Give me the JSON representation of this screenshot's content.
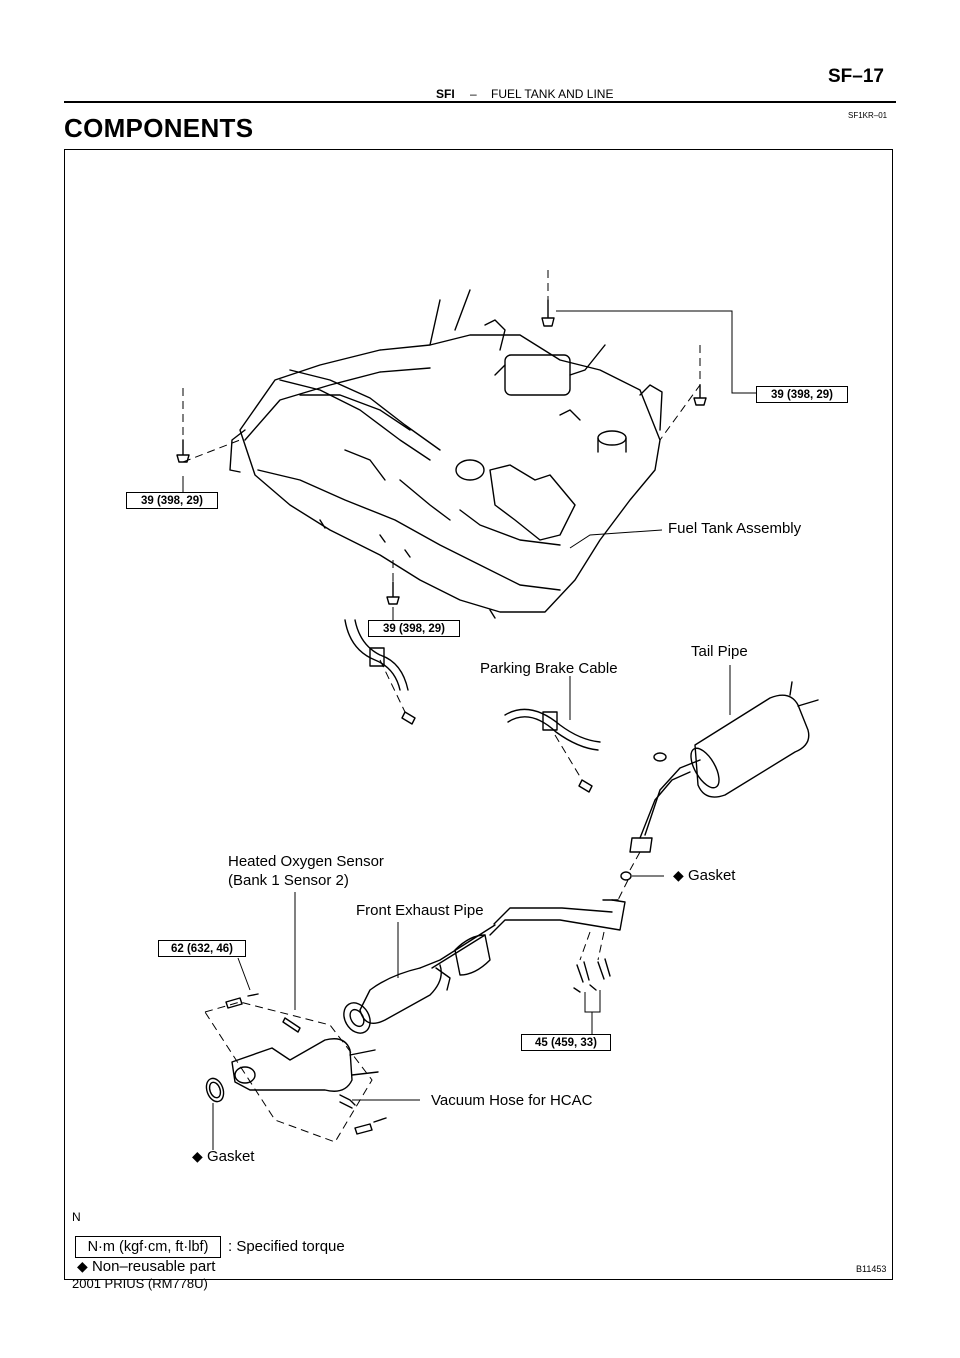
{
  "header": {
    "section": "SFI",
    "separator": "–",
    "title": "FUEL TANK AND LINE",
    "page": "SF–17"
  },
  "doc_code": "SF1KR–01",
  "heading": "COMPONENTS",
  "torque_labels": {
    "tank_top_right": "39 (398, 29)",
    "tank_left": "39 (398, 29)",
    "tank_bottom": "39 (398, 29)",
    "front_pipe_left": "62 (632, 46)",
    "flange_bolts": "45 (459, 33)"
  },
  "part_labels": {
    "fuel_tank": "Fuel Tank Assembly",
    "tail_pipe": "Tail Pipe",
    "parking_brake": "Parking Brake Cable",
    "oxygen_sensor_l1": "Heated Oxygen Sensor",
    "oxygen_sensor_l2": "(Bank 1 Sensor 2)",
    "gasket_right": "Gasket",
    "front_exhaust": "Front Exhaust Pipe",
    "vacuum_hose": "Vacuum Hose for HCAC",
    "gasket_left": "Gasket"
  },
  "symbols": {
    "non_reusable": "◆",
    "direction_mark": "N"
  },
  "legend": {
    "unit_box": "N·m (kgf·cm, ft·lbf)",
    "unit_text": ": Specified torque",
    "non_reusable": "Non–reusable part"
  },
  "figure_ref": "B11453",
  "footer": "2001 PRIUS   (RM778U)"
}
